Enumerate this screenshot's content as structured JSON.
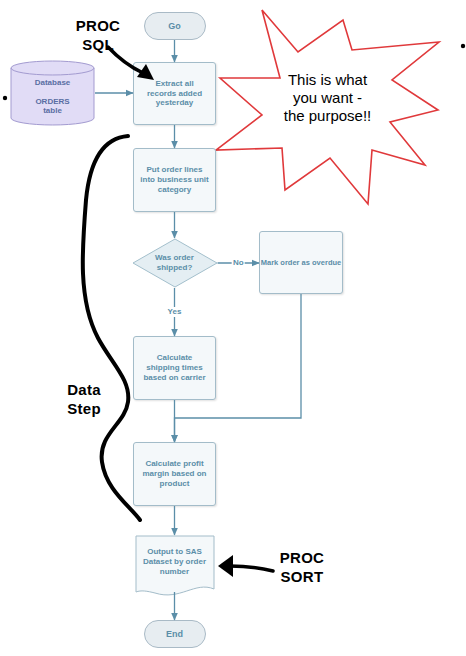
{
  "diagram": {
    "nodes": [
      {
        "text": [
          "Go"
        ]
      },
      {
        "text": [
          "Database",
          "ORDERS table"
        ]
      },
      {
        "text": [
          "Extract all records added yesterday"
        ]
      },
      {
        "text": [
          "This is what you want - the purpose!!"
        ]
      },
      {
        "text": [
          "Put order lines into business unit category"
        ]
      },
      {
        "text": [
          "Was order shipped?"
        ]
      },
      {
        "text": [
          "Mark order as overdue"
        ]
      },
      {
        "text": [
          "Calculate shipping times based on carrier"
        ]
      },
      {
        "text": [
          "Calculate profit margin based on product"
        ]
      },
      {
        "text": [
          "Output to SAS Dataset by order number"
        ]
      },
      {
        "text": [
          "End"
        ]
      }
    ],
    "edges": [
      {
        "from": 0,
        "to": 2,
        "arrow": "to"
      },
      {
        "from": 1,
        "to": 2,
        "arrow": "to"
      },
      {
        "from": 2,
        "to": 4,
        "arrow": "to"
      },
      {
        "from": 4,
        "to": 5,
        "arrow": "to"
      },
      {
        "from": 5,
        "to": 6,
        "label": "No",
        "arrow": "to"
      },
      {
        "from": 5,
        "to": 7,
        "label": "Yes",
        "arrow": "to"
      },
      {
        "from": 7,
        "to": 8,
        "arrow": "to"
      },
      {
        "from": 6,
        "to": 8,
        "arrow": "to"
      },
      {
        "from": 8,
        "to": 9,
        "arrow": "to"
      },
      {
        "from": 9,
        "to": 10,
        "arrow": "to"
      }
    ],
    "labels": [
      "PROC SQL",
      "Data Step",
      "PROC SORT"
    ]
  }
}
